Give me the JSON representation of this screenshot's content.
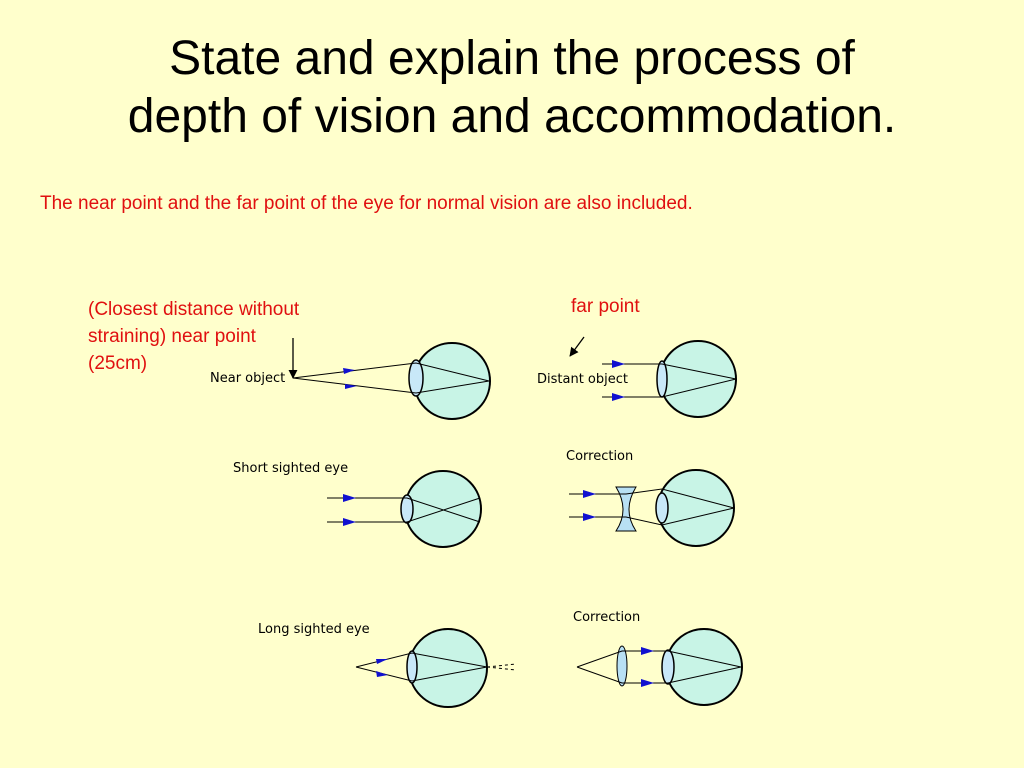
{
  "title": {
    "line1": "State and explain the process of",
    "line2": "depth of vision and accommodation."
  },
  "subtitle": "The near point and the far point of the eye for normal vision are also included.",
  "annotations": {
    "near": [
      "(Closest distance without",
      "straining) near point",
      "(25cm)"
    ],
    "far": "far point"
  },
  "figures": {
    "near_object": "Near object",
    "distant_object": "Distant object",
    "short_sighted": "Short sighted eye",
    "correction_short": "Correction",
    "long_sighted": "Long sighted eye",
    "correction_long": "Correction"
  },
  "colors": {
    "background": "#FFFFCC",
    "eye_fill": "#C8F4E6",
    "lens_fill": "#C8E8F8",
    "arrow": "#1010D0",
    "annotation_text": "#E01010"
  }
}
